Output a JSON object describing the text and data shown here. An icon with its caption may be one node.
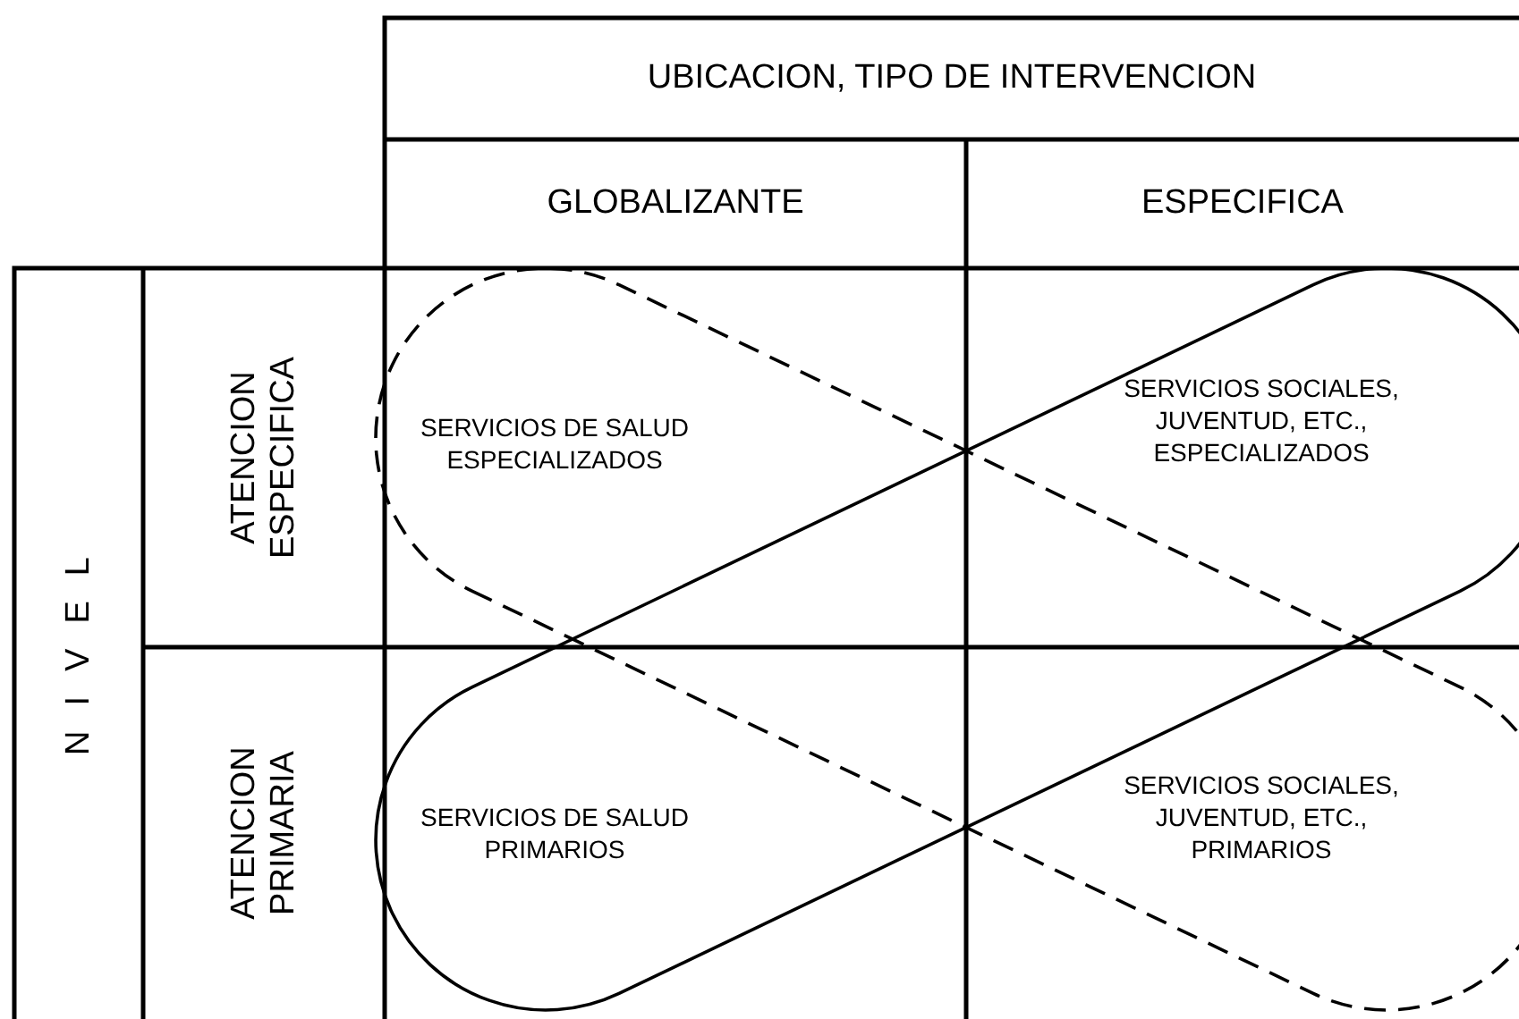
{
  "diagram": {
    "nodes": [
      {
        "text": [
          "SERVICIOS DE SALUD ESPECIALIZADOS",
          "SERVICIOS SOCIALES, JUVENTUD, ETC., PRIMARIOS"
        ]
      },
      {
        "text": [
          "SERVICIOS DE SALUD PRIMARIOS",
          "SERVICIOS SOCIALES, JUVENTUD, ETC., ESPECIALIZADOS"
        ]
      }
    ],
    "labels": [
      "UBICACION, TIPO DE INTERVENCION",
      "GLOBALIZANTE",
      "ESPECIFICA",
      "NIVEL",
      "ATENCION ESPECIFICA",
      "ATENCION PRIMARIA"
    ]
  }
}
